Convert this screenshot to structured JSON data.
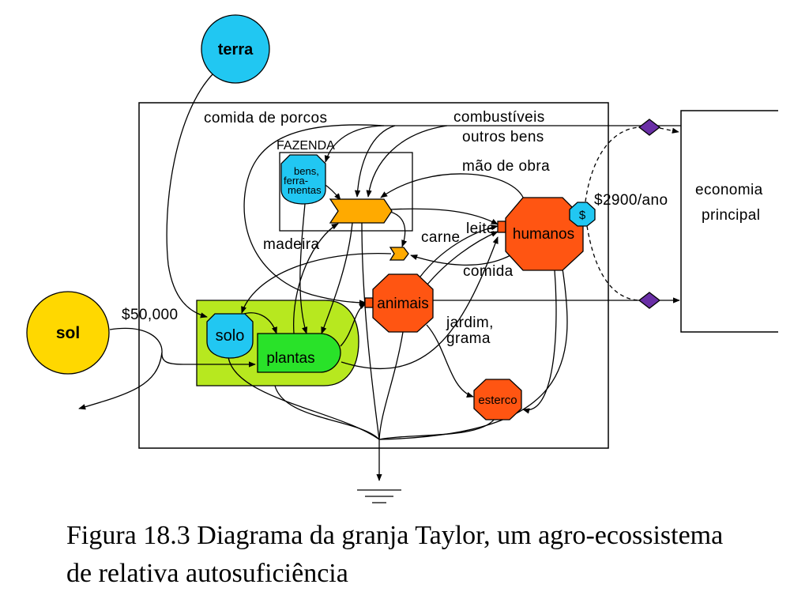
{
  "diagram": {
    "sources": {
      "terra": "terra",
      "sol": "sol"
    },
    "system_label": "FAZENDA",
    "storage_bens": [
      "bens,",
      "ferra-",
      "mentas"
    ],
    "components": {
      "solo": "solo",
      "plantas": "plantas",
      "animais": "animais",
      "humanos": "humanos",
      "esterco": "esterco",
      "money": "$"
    },
    "external": [
      "economia",
      "principal"
    ],
    "flows": {
      "comida_de_porcos": "comida de porcos",
      "combustiveis": "combustíveis",
      "outros_bens": "outros bens",
      "mao_de_obra": "mão de obra",
      "renda": "$2900/ano",
      "madeira": "madeira",
      "carne": "carne",
      "leite": "leite",
      "comida": "comida",
      "energia_solar": "$50,000",
      "jardim": "jardim,",
      "grama": "grama"
    }
  },
  "caption": {
    "line1": "Figura 18.3 Diagrama da granja Taylor, um agro-ecossistema",
    "line2": "de relativa autosuficiência"
  },
  "colors": {
    "source_cyan": "#21c7f2",
    "sun_yellow": "#ffd800",
    "interaction_orange": "#ffaa00",
    "consumer_red": "#ff5512",
    "producer_green": "#b7e81f",
    "plant_green": "#29e229",
    "transaction_purple": "#6a2fa6"
  }
}
